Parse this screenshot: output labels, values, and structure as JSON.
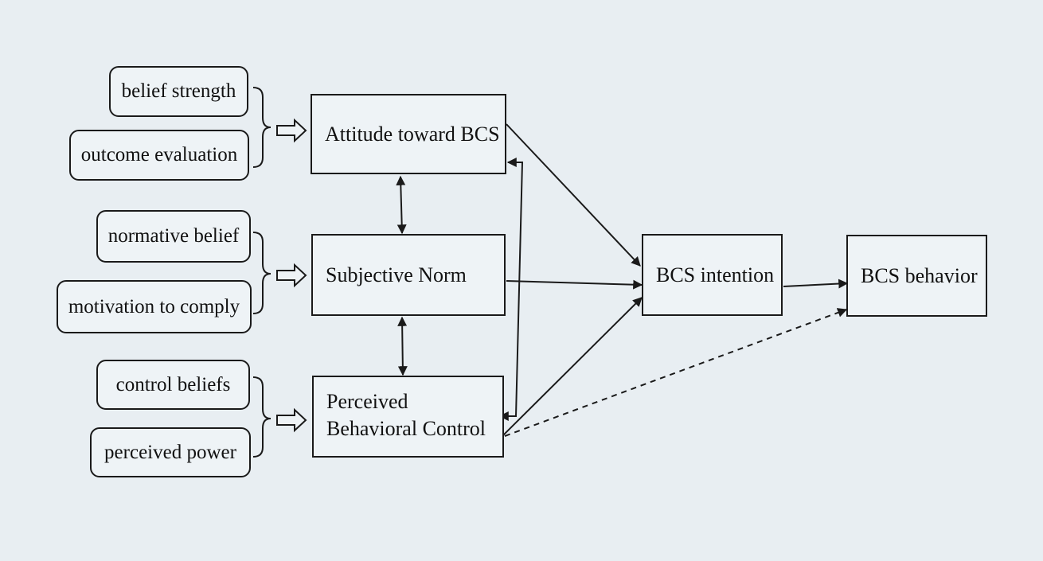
{
  "beliefs": {
    "belief_strength": "belief strength",
    "outcome_evaluation": "outcome evaluation",
    "normative_belief": "normative belief",
    "motivation_to_comply": "motivation to comply",
    "control_beliefs": "control beliefs",
    "perceived_power": "perceived power"
  },
  "constructs": {
    "attitude": "Attitude toward BCS",
    "subjective_norm": "Subjective Norm",
    "pbc": "Perceived Behavioral Control",
    "intention": "BCS intention",
    "behavior": "BCS behavior"
  },
  "colors": {
    "background": "#e8eef2",
    "line": "#1a1a1a"
  }
}
